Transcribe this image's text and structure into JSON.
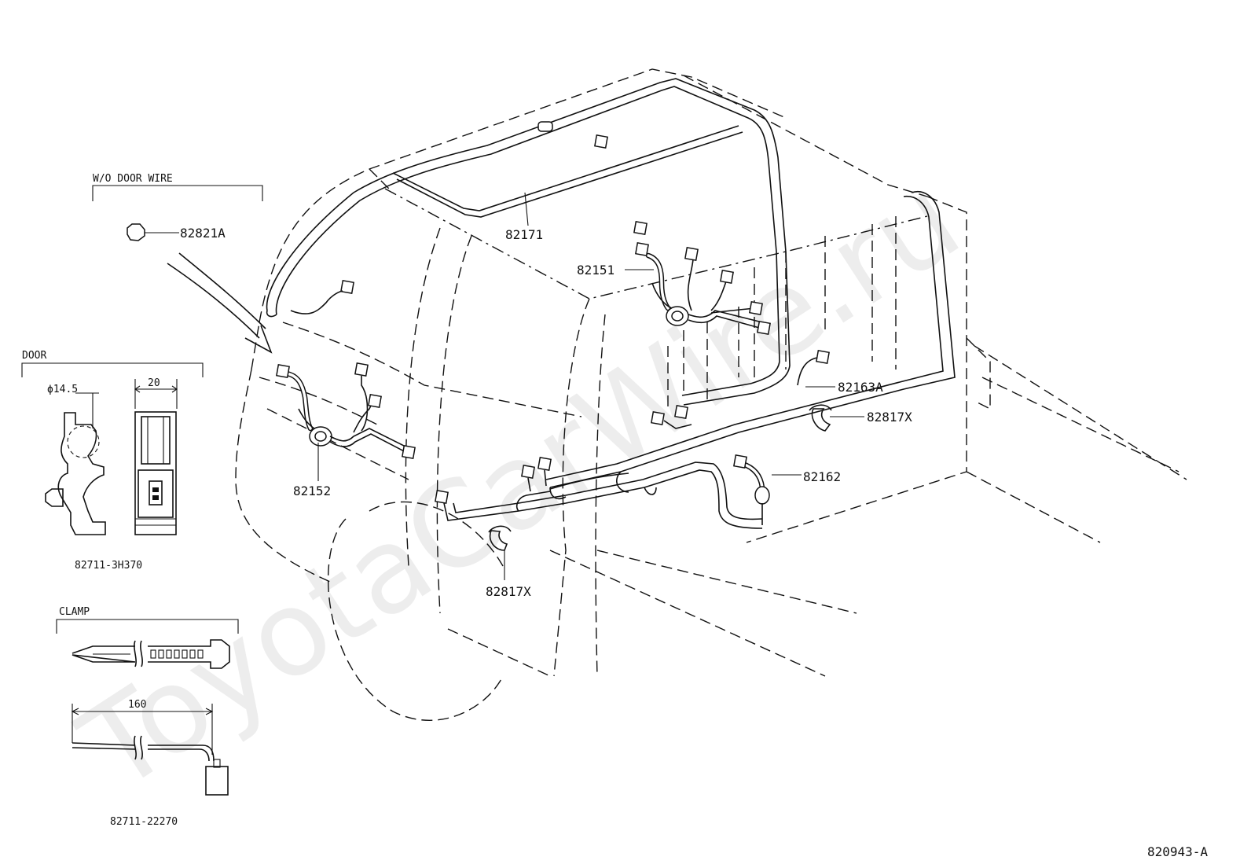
{
  "watermark": "ToyotaCarWire.ru",
  "sections": {
    "wo_door_wire": "W/O DOOR WIRE",
    "door": "DOOR",
    "clamp": "CLAMP"
  },
  "callouts": {
    "p82821A": "82821A",
    "p82171": "82171",
    "p82151": "82151",
    "p82163A": "82163A",
    "p82817X_right": "82817X",
    "p82162": "82162",
    "p82152": "82152",
    "p82817X_bottom": "82817X"
  },
  "details": {
    "door_clip_part": "82711-3H370",
    "door_clip_dia": "ϕ14.5",
    "door_clip_width": "20",
    "clamp_part": "82711-22270",
    "clamp_length": "160"
  },
  "figure_id": "820943-A"
}
